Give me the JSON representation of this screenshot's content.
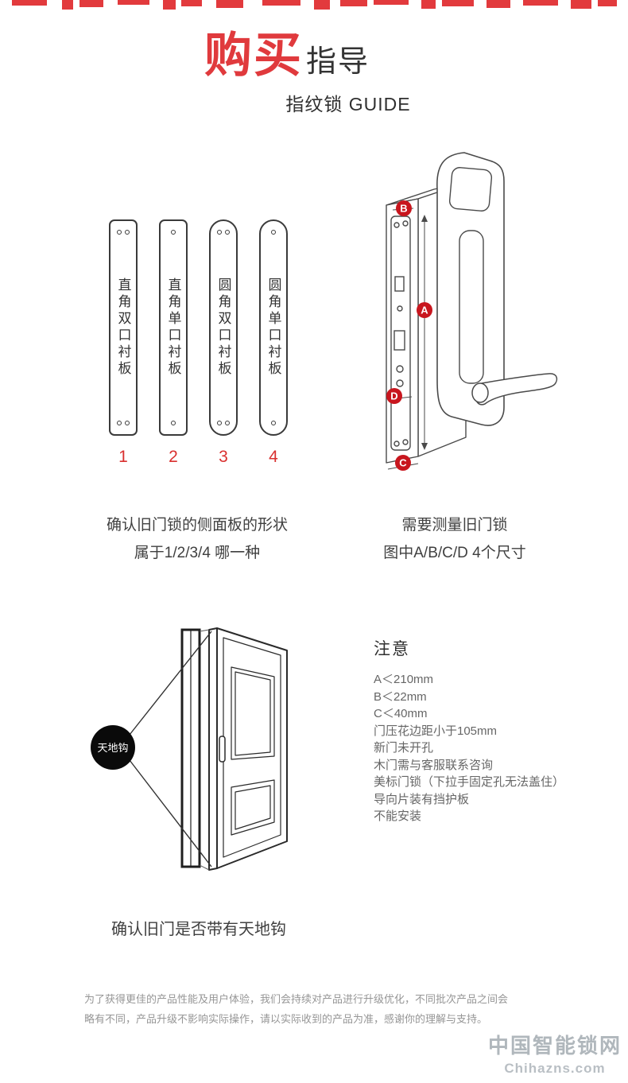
{
  "header": {
    "title_red": "购买",
    "title_dark": "指导",
    "subtitle": "指纹锁 GUIDE"
  },
  "plates": {
    "items": [
      {
        "label": "直角双口衬板",
        "number": "1"
      },
      {
        "label": "直角单口衬板",
        "number": "2"
      },
      {
        "label": "圆角双口衬板",
        "number": "3"
      },
      {
        "label": "圆角单口衬板",
        "number": "4"
      }
    ],
    "caption_line1": "确认旧门锁的侧面板的形状",
    "caption_line2": "属于1/2/3/4 哪一种"
  },
  "lock": {
    "markers": {
      "a": "A",
      "b": "B",
      "c": "C",
      "d": "D"
    },
    "caption_line1": "需要测量旧门锁",
    "caption_line2": "图中A/B/C/D 4个尺寸"
  },
  "notice": {
    "heading": "注意",
    "items": [
      "A＜210mm",
      "B＜22mm",
      "C＜40mm",
      "门压花边距小于105mm",
      "新门未开孔",
      "木门需与客服联系咨询",
      "美标门锁（下拉手固定孔无法盖住）",
      "导向片装有挡护板",
      "不能安装"
    ]
  },
  "door": {
    "hook_label": "天地钩",
    "caption": "确认旧门是否带有天地钩"
  },
  "footer": {
    "line1": "为了获得更佳的产品性能及用户体验，我们会持续对产品进行升级优化，不同批次产品之间会",
    "line2": "略有不同，产品升级不影响实际操作，请以实际收到的产品为准，感谢你的理解与支持。"
  },
  "watermark": {
    "line1": "中国智能锁网",
    "line2": "Chihazns.com"
  },
  "colors": {
    "accent_red": "#e03a3d",
    "marker_red": "#c8161e"
  }
}
